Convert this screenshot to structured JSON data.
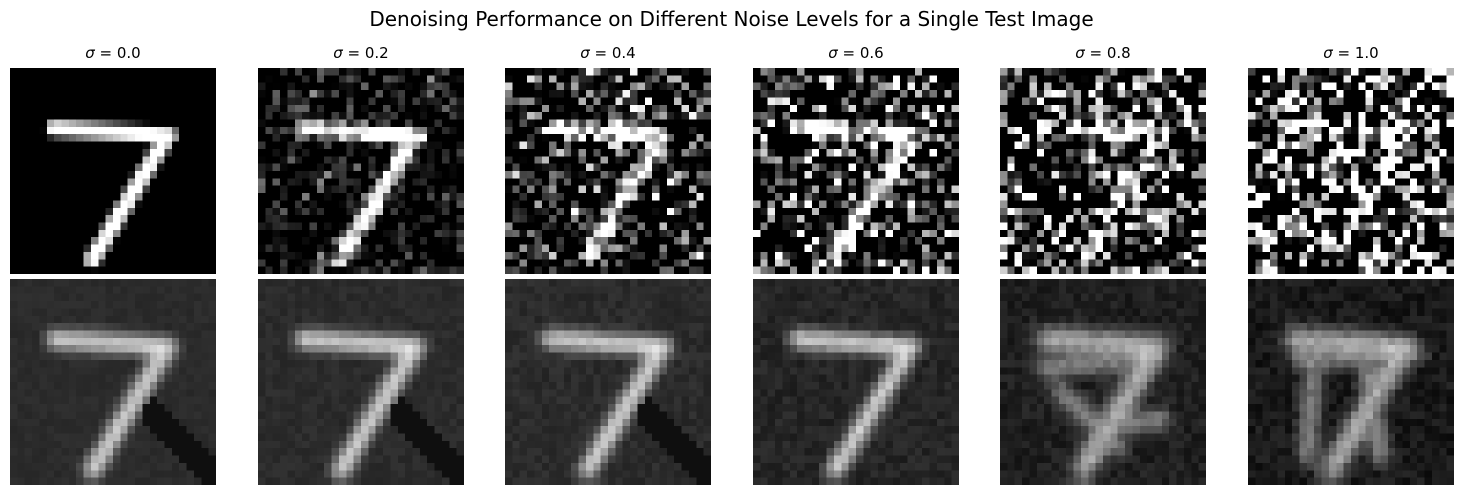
{
  "figure": {
    "title": "Denoising Performance on Different Noise Levels for a Single Test Image"
  },
  "panels": [
    {
      "symbol": "σ",
      "value": "0.0",
      "noise_sigma": 0.0
    },
    {
      "symbol": "σ",
      "value": "0.2",
      "noise_sigma": 0.2
    },
    {
      "symbol": "σ",
      "value": "0.4",
      "noise_sigma": 0.4
    },
    {
      "symbol": "σ",
      "value": "0.6",
      "noise_sigma": 0.6
    },
    {
      "symbol": "σ",
      "value": "0.8",
      "noise_sigma": 0.8
    },
    {
      "symbol": "σ",
      "value": "1.0",
      "noise_sigma": 1.0
    }
  ],
  "image": {
    "digit": "7",
    "grid": 28,
    "rows": [
      "noisy",
      "denoised"
    ]
  }
}
